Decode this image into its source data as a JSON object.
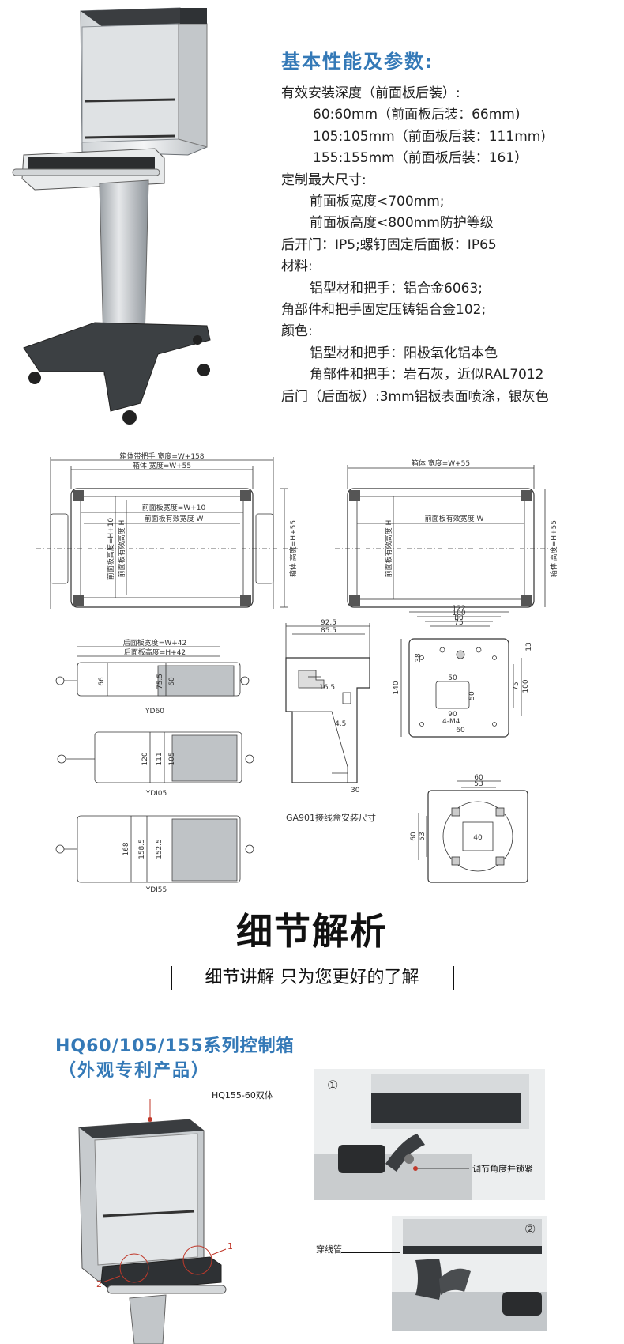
{
  "specs": {
    "title": "基本性能及参数:",
    "lines": [
      {
        "text": "有效安装深度（前面板后装）:",
        "indent": 0
      },
      {
        "text": "60:60mm（前面板后装：66mm)",
        "indent": 1
      },
      {
        "text": "105:105mm（前面板后装：111mm)",
        "indent": 1
      },
      {
        "text": "155:155mm（前面板后装：161）",
        "indent": 1
      },
      {
        "text": "定制最大尺寸:",
        "indent": 0
      },
      {
        "text": "前面板宽度<700mm;",
        "indent": 2
      },
      {
        "text": "前面板高度<800mm防护等级",
        "indent": 2
      },
      {
        "text": "后开门：IP5;螺钉固定后面板：IP65",
        "indent": 0
      },
      {
        "text": "材料:",
        "indent": 0
      },
      {
        "text": "铝型材和把手：铝合金6063;",
        "indent": 2
      },
      {
        "text": "角部件和把手固定压铸铝合金102;",
        "indent": 0
      },
      {
        "text": "颜色:",
        "indent": 0
      },
      {
        "text": "铝型材和把手：阳极氧化铝本色",
        "indent": 2
      },
      {
        "text": "角部件和把手：岩石灰，近似RAL7012",
        "indent": 2
      },
      {
        "text": "后门（后面板）:3mm铝板表面喷涂，银灰色",
        "indent": 0
      }
    ]
  },
  "drawings": {
    "front_left": {
      "w_handle": "箱体带把手  宽度=W+158",
      "w_box": "箱体  宽度=W+55",
      "w_panel": "前面板宽度=W+10",
      "w_panel_eff": "前面板有效宽度  W",
      "h_panel": "前面板高度=H+10",
      "h_panel_eff": "前面板有效高度 H",
      "h_box": "箱体 高度=H+55"
    },
    "front_right": {
      "w_box": "箱体  宽度=W+55",
      "w_panel_eff": "前面板有效宽度  W",
      "h_panel_eff": "前面板有效高度 H",
      "h_box": "箱体 高度=H+55"
    },
    "sections": {
      "rear_w": "后面板宽度=W+42",
      "rear_h": "后面板高度=H+42",
      "yd60": {
        "label": "YD60",
        "d1": "66",
        "d2": "75.5",
        "d3": "60"
      },
      "yd105": {
        "label": "YDI05",
        "d1": "120",
        "d2": "111",
        "d3": "105"
      },
      "yd155": {
        "label": "YDI55",
        "d1": "168",
        "d2": "158.5",
        "d3": "152.5"
      }
    },
    "profile": {
      "d1": "92.5",
      "d2": "85.5",
      "d3": "16.5",
      "d4": "4.5",
      "d5": "30"
    },
    "plate": {
      "w1": "122",
      "w2": "100",
      "w3": "80",
      "w4": "75",
      "w5": "50",
      "w6": "90",
      "w7": "60",
      "h1": "38",
      "h2": "140",
      "h3": "50",
      "h4": "75",
      "h5": "100",
      "h6": "13",
      "hole": "4-M4"
    },
    "junction_label": "GA901接线盒安装尺寸",
    "junction": {
      "w1": "60",
      "w2": "53",
      "d": "40",
      "h1": "60",
      "h2": "53"
    }
  },
  "detail": {
    "title": "细节解析",
    "subtitle": "细节讲解  只为您更好的了解"
  },
  "product": {
    "title": "HQ60/105/155系列控制箱",
    "subtitle": "（外观专利产品）",
    "model_tag": "HQ155-60双体",
    "marker1": "1",
    "marker2": "2",
    "callout1": {
      "num": "①",
      "label": "调节角度并锁紧"
    },
    "callout2": {
      "num": "②",
      "label": "穿线管"
    }
  }
}
